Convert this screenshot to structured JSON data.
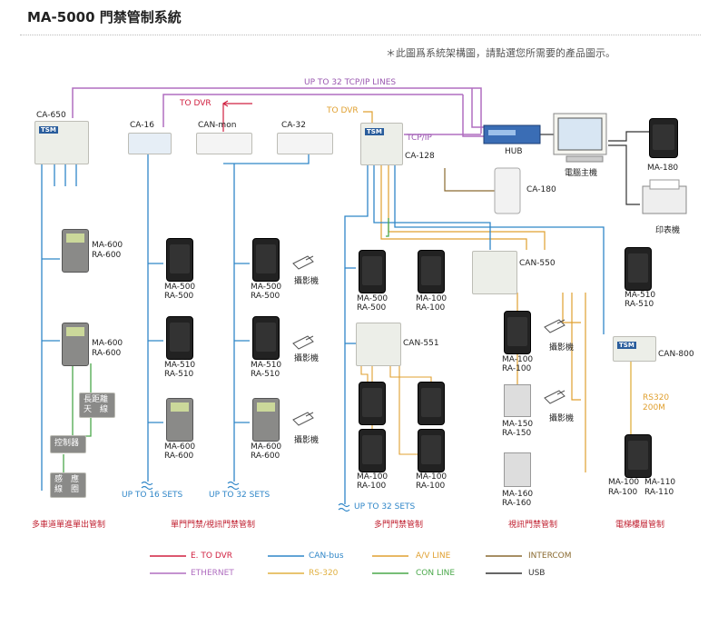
{
  "header": {
    "title": "MA-5000 門禁管制系統",
    "note": "＊此圖爲系統架構圖，請點選您所需要的產品圖示。"
  },
  "bus_labels": {
    "tcpip_lines": "UP TO 32 TCP/IP LINES",
    "to_dvr_1": "TO DVR",
    "to_dvr_2": "TO DVR",
    "tcpip": "TCP/IP",
    "rs320": "RS320",
    "rs320_speed": "200M",
    "up_to_16": "UP TO 16 SETS",
    "up_to_32_a": "UP TO 32 SETS",
    "up_to_32_b": "UP TO 32 SETS"
  },
  "devices": {
    "ca650": "CA-650",
    "ca16": "CA-16",
    "canmon": "CAN-mon",
    "ca32": "CA-32",
    "ca128": "CA-128",
    "hub": "HUB",
    "pc": "電腦主機",
    "ma180": "MA-180",
    "ca180": "CA-180",
    "printer": "印表機",
    "can550": "CAN-550",
    "can551": "CAN-551",
    "can800": "CAN-800"
  },
  "col1": {
    "r1_a": "MA-600",
    "r1_b": "RA-600",
    "r2_a": "MA-600",
    "r2_b": "RA-600",
    "antenna_a": "長距離",
    "antenna_b": "天　線",
    "controller": "控制器",
    "loop_a": "感　應",
    "loop_b": "線　圈",
    "caption": "多車道單進單出管制"
  },
  "col2": {
    "r1_a": "MA-500",
    "r1_b": "RA-500",
    "r2_a": "MA-510",
    "r2_b": "RA-510",
    "r3_a": "MA-600",
    "r3_b": "RA-600",
    "caption": "單門門禁/視訊門禁管制"
  },
  "col3": {
    "r1_a": "MA-500",
    "r1_b": "RA-500",
    "r2_a": "MA-510",
    "r2_b": "RA-510",
    "r3_a": "MA-600",
    "r3_b": "RA-600",
    "cam1": "攝影機",
    "cam2": "攝影機",
    "cam3": "攝影機"
  },
  "col4": {
    "a_a": "MA-500",
    "a_b": "RA-500",
    "b_a": "MA-100",
    "b_b": "RA-100",
    "c_a": "MA-100",
    "c_b": "RA-100",
    "d_a": "MA-100",
    "d_b": "RA-100",
    "caption": "多門門禁管制"
  },
  "col5": {
    "r1_a": "MA-100",
    "r1_b": "RA-100",
    "r2_a": "MA-150",
    "r2_b": "RA-150",
    "r3_a": "MA-160",
    "r3_b": "RA-160",
    "cam1": "攝影機",
    "cam2": "攝影機",
    "caption": "視訊門禁管制"
  },
  "col6": {
    "r1_a": "MA-510",
    "r1_b": "RA-510",
    "r2_a": "MA-100",
    "r2_b": "RA-100",
    "r3_a": "MA-110",
    "r3_b": "RA-110",
    "caption": "電梯樓層管制"
  },
  "legend": {
    "e_to_dvr": "E. TO DVR",
    "ethernet": "ETHERNET",
    "can_bus": "CAN-bus",
    "rs320": "RS-320",
    "av_line": "A/V LINE",
    "con_line": "CON LINE",
    "intercom": "INTERCOM",
    "usb": "USB"
  },
  "colors": {
    "e_to_dvr": "#d02040",
    "ethernet": "#b06ec0",
    "can_bus": "#2f86c8",
    "rs320": "#e0b040",
    "av_line": "#e0a030",
    "con_line": "#4aa84a",
    "intercom": "#8a6a30",
    "usb": "#333333"
  }
}
